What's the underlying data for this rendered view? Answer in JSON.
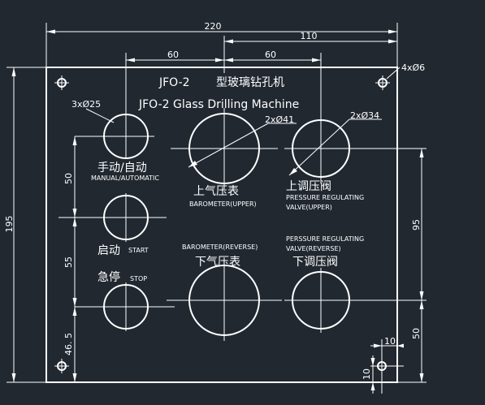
{
  "colors": {
    "background": "#212830",
    "line": "#ffffff"
  },
  "title": {
    "model": "JFO-2",
    "chinese": "型玻璃钻孔机",
    "english": "JFO-2  Glass Drilling Machine"
  },
  "corner_holes": {
    "label": "4xØ6"
  },
  "dimensions": {
    "overall_width": "220",
    "right_offset": "110",
    "col_spacing_left": "60",
    "col_spacing_right": "60",
    "overall_height": "195",
    "left_spacing_1": "50",
    "left_spacing_2": "55",
    "left_spacing_3": "46. 5",
    "right_spacing_1": "95",
    "right_spacing_2": "50",
    "corner_x": "10",
    "corner_y": "10"
  },
  "holes": {
    "small": {
      "label": "3xØ25"
    },
    "barometer": {
      "label": "2xØ41"
    },
    "valve": {
      "label": "2xØ34"
    }
  },
  "labels": {
    "manual_zh": "手动/自动",
    "manual_en": "MANUAL/AUTOMATIC",
    "start_zh": "启动",
    "start_en": "START",
    "stop_zh": "急停",
    "stop_en": "STOP",
    "baro_upper_zh": "上气压表",
    "baro_upper_en": "BAROMETER(UPPER)",
    "baro_reverse_en": "BAROMETER(REVERSE)",
    "baro_lower_zh": "下气压表",
    "valve_upper_zh": "上调压阀",
    "valve_upper_en_1": "PRESSURE REGULATING",
    "valve_upper_en_2": "VALVE(UPPER)",
    "valve_reverse_en_1": "PERSSURE REGULATING",
    "valve_reverse_en_2": "VALVE(REVERSE)",
    "valve_lower_zh": "下调压阀"
  }
}
